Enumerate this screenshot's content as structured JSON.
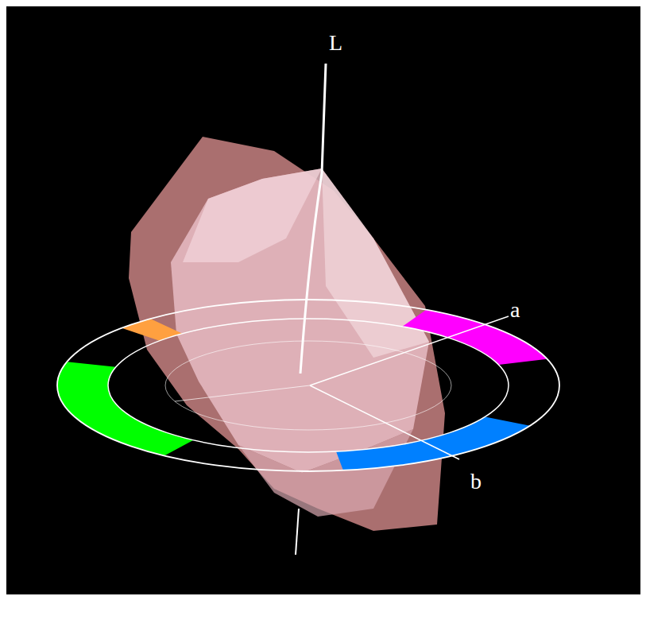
{
  "diagram": {
    "labels": [
      "L",
      "a",
      "b"
    ]
  }
}
